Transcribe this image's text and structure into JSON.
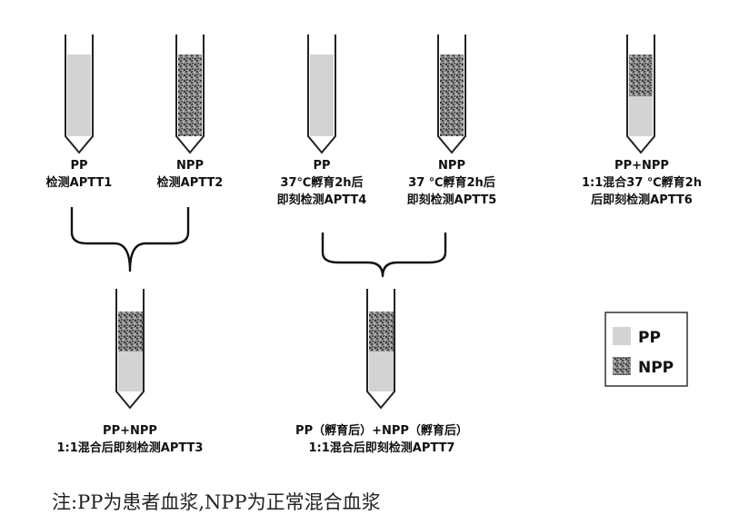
{
  "tubes": {
    "t1": {
      "l1": "PP",
      "l2": "检测APTT1"
    },
    "t2": {
      "l1": "NPP",
      "l2": "检测APTT2"
    },
    "t3": {
      "l1": "PP",
      "l2": "37℃孵育2h后",
      "l3": "即刻检测APTT4"
    },
    "t4": {
      "l1": "NPP",
      "l2": "37 ℃孵育2h后",
      "l3": "即刻检测APTT5"
    },
    "t5": {
      "l1": "PP+NPP",
      "l2": "1:1混合37 ℃孵育2h",
      "l3": "后即刻检测APTT6"
    },
    "m1": {
      "l1": "PP+NPP",
      "l2": "1:1混合后即刻检测APTT3"
    },
    "m2": {
      "l1": "PP（孵育后）+NPP（孵育后）",
      "l2": "1:1混合后即刻检测APTT7"
    }
  },
  "legend": {
    "pp": "PP",
    "npp": "NPP"
  },
  "note": "注:PP为患者血浆,NPP为正常混合血浆",
  "colors": {
    "pp_fill": "#d3d3d3",
    "npp_fill": "#7a7a7a",
    "outline": "#222222"
  }
}
